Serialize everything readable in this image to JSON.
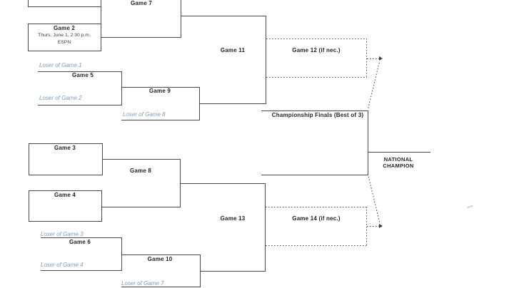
{
  "colors": {
    "line": "#4a4a4a",
    "loser_text": "#7f9cbf",
    "label_text": "#1f1f1f",
    "background": "#ffffff"
  },
  "bracket": {
    "game7": {
      "label": "Game 7"
    },
    "game2": {
      "label": "Game 2",
      "detail_datetime": "Thurs. June 1, 2:30 p.m.",
      "detail_network": "ESPN"
    },
    "game5": {
      "label": "Game 5",
      "top_feeder": "Loser of Game 1",
      "bottom_feeder": "Loser of Game 2"
    },
    "game9": {
      "label": "Game 9",
      "bottom_feeder": "Loser of Game 8"
    },
    "game11": {
      "label": "Game 11"
    },
    "game12": {
      "label": "Game 12 (if nec.)"
    },
    "game3": {
      "label": "Game 3"
    },
    "game4": {
      "label": "Game 4"
    },
    "game8": {
      "label": "Game 8"
    },
    "game6": {
      "label": "Game 6",
      "top_feeder": "Loser of Game 3",
      "bottom_feeder": "Loser of Game 4"
    },
    "game10": {
      "label": "Game 10",
      "bottom_feeder": "Loser of Game 7"
    },
    "game13": {
      "label": "Game 13"
    },
    "game14": {
      "label": "Game 14 (if nec.)"
    },
    "finals": {
      "label": "Championship Finals (Best of 3)"
    },
    "champion": {
      "label": "NATIONAL CHAMPION"
    }
  }
}
